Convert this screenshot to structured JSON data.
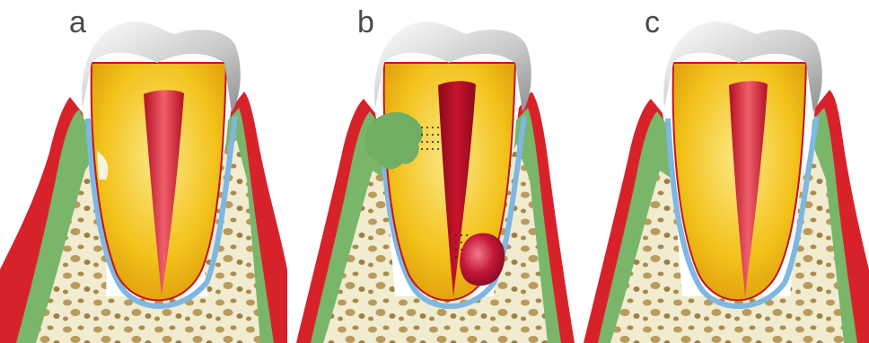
{
  "panels": [
    {
      "id": "a",
      "label": "a"
    },
    {
      "id": "b",
      "label": "b"
    },
    {
      "id": "c",
      "label": "c"
    }
  ],
  "colors": {
    "gingiva": "#d8222b",
    "gingiva_inner": "#79b66a",
    "ligament": "#7fb7e3",
    "bone": "#f1ecd0",
    "bone_spot": "#b89b5d",
    "dentin": "#f3c21a",
    "dentin_light": "#fbe27a",
    "enamel": "#c9c9c9",
    "pulp": "#c8132b",
    "lesion_green": "#6fae63",
    "lesion_red": "#c51638"
  }
}
